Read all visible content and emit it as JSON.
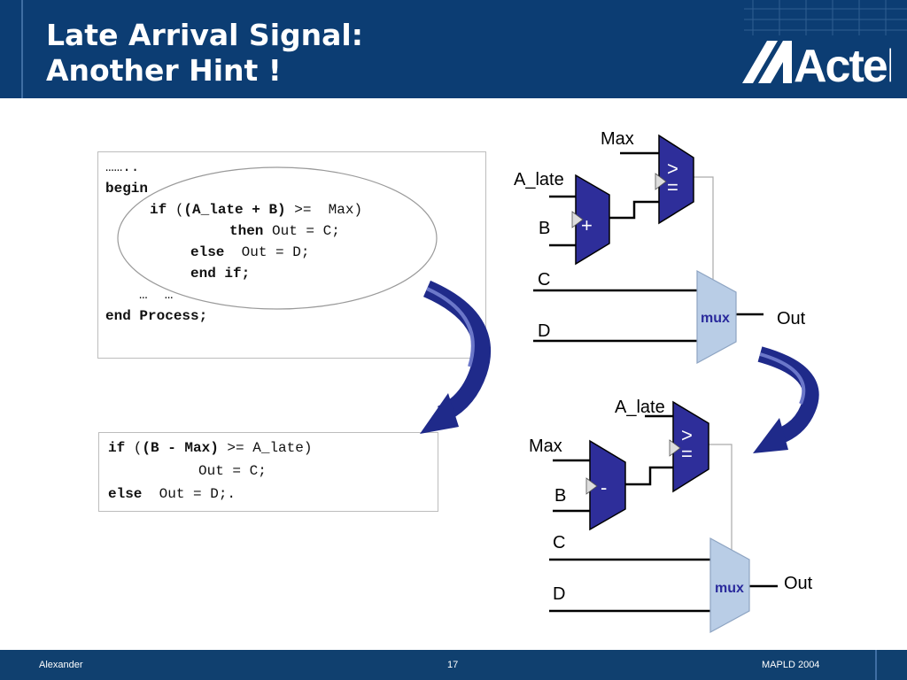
{
  "header": {
    "title_line1": "Late Arrival Signal:",
    "title_line2": "Another Hint !",
    "logo_text": "Actel"
  },
  "code_top": {
    "line1": "……..",
    "begin": "begin",
    "if_kw": "if",
    "paren_open": "(",
    "cond_bold": "(A_late + B)",
    "cond_rest": " >=  Max)",
    "then_kw": "then",
    "then_rest": " Out = C;",
    "else_kw": "else",
    "else_rest": "  Out = D;",
    "endif_kw": "end if",
    "endif_semi": ";",
    "dots": "…  …",
    "end_process": "end Process;"
  },
  "code_bottom": {
    "if_kw": "if",
    "paren_open": " (",
    "cond_bold": "(B - Max)",
    "cond_rest": " >= A_late)",
    "out_c": "Out = C;",
    "else_kw": "else",
    "else_rest": "  Out = D;."
  },
  "diagram_top": {
    "max": "Max",
    "a_late": "A_late",
    "b": "B",
    "c": "C",
    "d": "D",
    "out": "Out",
    "mux": "mux",
    "adder_op": "+",
    "compare_op_top": ">",
    "compare_op_bottom": "="
  },
  "diagram_bottom": {
    "a_late": "A_late",
    "max": "Max",
    "b": "B",
    "c": "C",
    "d": "D",
    "out": "Out",
    "mux": "mux",
    "sub_op": "-",
    "compare_op_top": ">",
    "compare_op_bottom": "="
  },
  "footer": {
    "author": "Alexander",
    "page": "17",
    "event": "MAPLD 2004"
  },
  "colors": {
    "header_bg": "#0c3d73",
    "block_fill": "#2e2e9a",
    "mux_fill": "#b9cde6",
    "arrow": "#1f2a8a"
  }
}
